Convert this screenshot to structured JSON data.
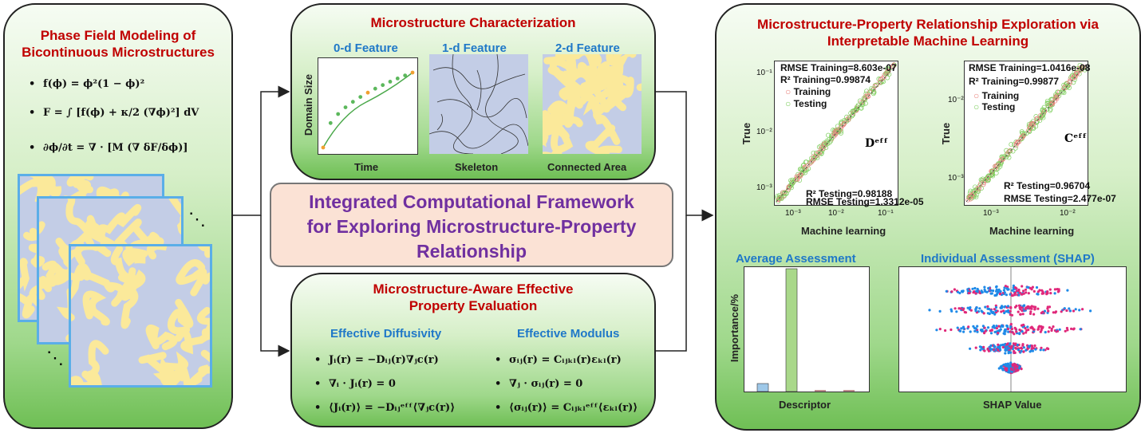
{
  "left_panel": {
    "title": "Phase Field Modeling of\nBicontinuous Microstructures",
    "eq1": "f(ϕ) = ϕ²(1 − ϕ)²",
    "eq2": "F = ∫ [f(ϕ) + κ/2 (∇ϕ)²] dV",
    "eq3": "∂ϕ/∂t = ∇ · [M (∇ δF/δϕ)]",
    "dots_right": "⋱",
    "dots_left": "⋱"
  },
  "top_panel": {
    "title": "Microstructure Characterization",
    "feature0": "0-d Feature",
    "feature1": "1-d Feature",
    "feature2": "2-d Feature",
    "ylabel": "Domain Size",
    "xlabel": "Time",
    "label_skeleton": "Skeleton",
    "label_connected": "Connected Area"
  },
  "center": {
    "title": "Integrated Computational Framework\nfor Exploring Microstructure-Property\nRelationship"
  },
  "bottom_panel": {
    "title": "Microstructure-Aware Effective\nProperty Evaluation",
    "diff_title": "Effective Diffusivity",
    "mod_title": "Effective Modulus",
    "d1": "Jᵢ(r) = −Dᵢⱼ(r)∇ⱼc(r)",
    "d2": "∇ᵢ · Jᵢ(r) = 0",
    "d3": "⟨Jᵢ(r)⟩ = −Dᵢⱼᵉᶠᶠ⟨∇ⱼc(r)⟩",
    "m1": "σᵢⱼ(r) = Cᵢⱼₖₗ(r)εₖₗ(r)",
    "m2": "∇ⱼ · σᵢⱼ(r) = 0",
    "m3": "⟨σᵢⱼ(r)⟩ = Cᵢⱼₖₗᵉᶠᶠ⟨εₖₗ(r)⟩"
  },
  "right_panel": {
    "title": "Microstructure-Property Relationship Exploration via\nInterpretable Machine Learning",
    "plot1": {
      "rmse_train": "RMSE Training=8.603e-07",
      "r2_train": "R² Training=0.99874",
      "legend_train": "Training",
      "legend_test": "Testing",
      "r2_test": "R² Testing=0.98188",
      "rmse_test": "RMSE Testing=1.3312e-05",
      "tag": "Dᵉᶠᶠ",
      "ylabel": "True",
      "xlabel": "Machine learning",
      "yt1": "10⁻¹",
      "yt2": "10⁻²",
      "yt3": "10⁻³",
      "xt1": "10⁻³",
      "xt2": "10⁻²",
      "xt3": "10⁻¹"
    },
    "plot2": {
      "rmse_train": "RMSE Training=1.0416e-08",
      "r2_train": "R² Training=0.99877",
      "legend_train": "Training",
      "legend_test": "Testing",
      "r2_test": "R² Testing=0.96704",
      "rmse_test": "RMSE Testing=2.477e-07",
      "tag": "Cᵉᶠᶠ",
      "ylabel": "True",
      "xlabel": "Machine learning",
      "yt1": "10⁻²",
      "yt2": "10⁻³",
      "xt1": "10⁻³",
      "xt2": "10⁻²"
    },
    "avg_title": "Average Assessment",
    "avg_ylabel": "Importance/%",
    "avg_xlabel": "Descriptor",
    "shap_title": "Individual Assessment (SHAP)",
    "shap_xlabel": "SHAP Value"
  },
  "colors": {
    "title_red": "#c00000",
    "subtitle_blue": "#1f78c8",
    "center_purple": "#7030a0",
    "phase_yellow": "#fbe99a",
    "phase_blue": "#c3cde6",
    "train_red": "#e8857f",
    "test_green": "#7fcf5f"
  }
}
